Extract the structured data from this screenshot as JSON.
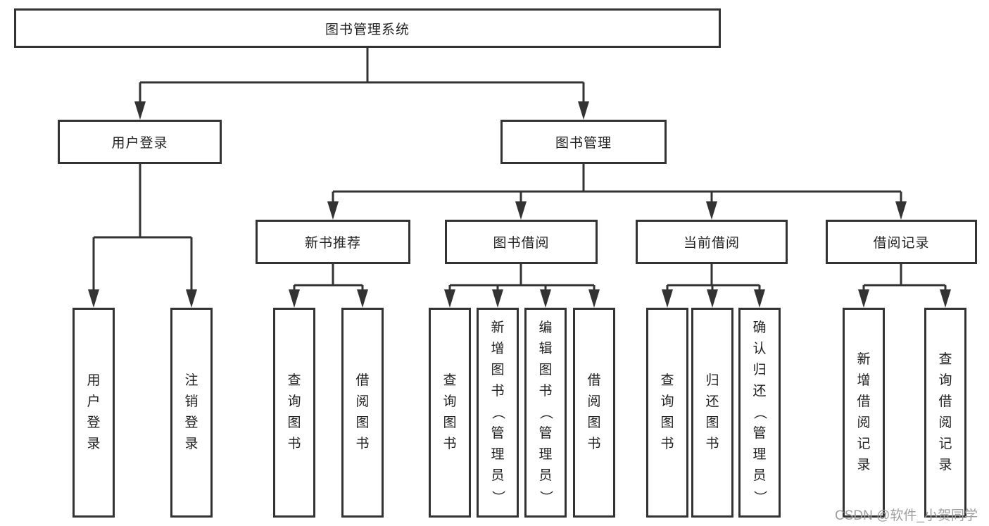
{
  "tree": {
    "root": "图书管理系统",
    "branches": [
      {
        "label": "用户登录",
        "leaves": [
          "用户登录",
          "注销登录"
        ]
      },
      {
        "label": "图书管理",
        "groups": [
          {
            "label": "新书推荐",
            "leaves": [
              "查询图书",
              "借阅图书"
            ]
          },
          {
            "label": "图书借阅",
            "leaves": [
              "查询图书",
              "新增图书（管理员）",
              "编辑图书（管理员）",
              "借阅图书"
            ]
          },
          {
            "label": "当前借阅",
            "leaves": [
              "查询图书",
              "归还图书",
              "确认归还（管理员）"
            ]
          },
          {
            "label": "借阅记录",
            "leaves": [
              "新增借阅记录",
              "查询借阅记录"
            ]
          }
        ]
      }
    ]
  },
  "watermark": "CSDN @软件_小贺同学",
  "colors": {
    "line": "#333333",
    "text": "#222222",
    "watermark": "#9e9e9e",
    "background": "#ffffff"
  }
}
